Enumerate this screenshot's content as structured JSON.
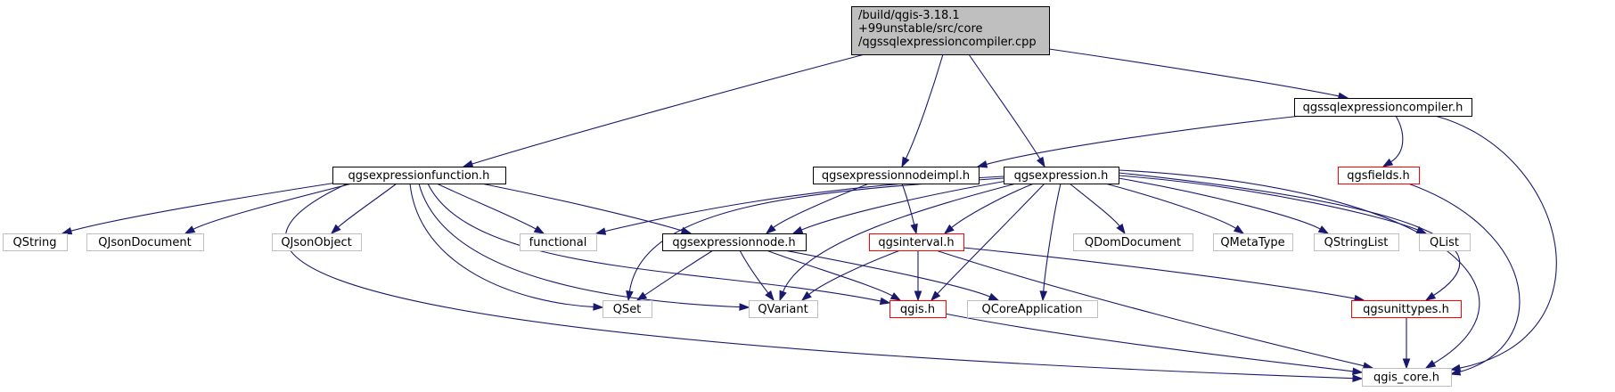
{
  "colors": {
    "edge": "#191970",
    "root_fill": "#bfbfbf",
    "normal_border": "#000000",
    "truncated_border": "#ff0000",
    "external_border": "#bfbfbf"
  },
  "nodes": [
    {
      "id": "root",
      "lines": [
        "/build/qgis-3.18.1",
        "+99unstable/src/core",
        "/qgssqlexpressioncompiler.cpp"
      ],
      "kind": "root"
    },
    {
      "id": "qgssqlexpressioncompiler_h",
      "lines": [
        "qgssqlexpressioncompiler.h"
      ],
      "kind": "normal"
    },
    {
      "id": "qgsexpressionfunction_h",
      "lines": [
        "qgsexpressionfunction.h"
      ],
      "kind": "normal"
    },
    {
      "id": "qgsexpressionnodeimpl_h",
      "lines": [
        "qgsexpressionnodeimpl.h"
      ],
      "kind": "normal"
    },
    {
      "id": "qgsexpression_h",
      "lines": [
        "qgsexpression.h"
      ],
      "kind": "normal"
    },
    {
      "id": "qgsfields_h",
      "lines": [
        "qgsfields.h"
      ],
      "kind": "truncated"
    },
    {
      "id": "QString",
      "lines": [
        "QString"
      ],
      "kind": "external"
    },
    {
      "id": "QJsonDocument",
      "lines": [
        "QJsonDocument"
      ],
      "kind": "external"
    },
    {
      "id": "QJsonObject",
      "lines": [
        "QJsonObject"
      ],
      "kind": "external"
    },
    {
      "id": "functional",
      "lines": [
        "functional"
      ],
      "kind": "external"
    },
    {
      "id": "qgsexpressionnode_h",
      "lines": [
        "qgsexpressionnode.h"
      ],
      "kind": "normal"
    },
    {
      "id": "qgsinterval_h",
      "lines": [
        "qgsinterval.h"
      ],
      "kind": "truncated"
    },
    {
      "id": "QDomDocument",
      "lines": [
        "QDomDocument"
      ],
      "kind": "external"
    },
    {
      "id": "QMetaType",
      "lines": [
        "QMetaType"
      ],
      "kind": "external"
    },
    {
      "id": "QStringList",
      "lines": [
        "QStringList"
      ],
      "kind": "external"
    },
    {
      "id": "QList",
      "lines": [
        "QList"
      ],
      "kind": "external"
    },
    {
      "id": "QSet",
      "lines": [
        "QSet"
      ],
      "kind": "external"
    },
    {
      "id": "QVariant",
      "lines": [
        "QVariant"
      ],
      "kind": "external"
    },
    {
      "id": "qgis_h",
      "lines": [
        "qgis.h"
      ],
      "kind": "truncated"
    },
    {
      "id": "QCoreApplication",
      "lines": [
        "QCoreApplication"
      ],
      "kind": "external"
    },
    {
      "id": "qgsunittypes_h",
      "lines": [
        "qgsunittypes.h"
      ],
      "kind": "truncated"
    },
    {
      "id": "qgis_core_h",
      "lines": [
        "qgis_core.h"
      ],
      "kind": "external"
    }
  ],
  "edges": [
    {
      "from": "root",
      "to": "qgsexpressionfunction_h"
    },
    {
      "from": "root",
      "to": "qgsexpressionnodeimpl_h"
    },
    {
      "from": "root",
      "to": "qgsexpression_h"
    },
    {
      "from": "root",
      "to": "qgssqlexpressioncompiler_h"
    },
    {
      "from": "qgssqlexpressioncompiler_h",
      "to": "qgsexpressionnodeimpl_h"
    },
    {
      "from": "qgssqlexpressioncompiler_h",
      "to": "qgsfields_h"
    },
    {
      "from": "qgssqlexpressioncompiler_h",
      "to": "qgis_core_h"
    },
    {
      "from": "qgsexpressionfunction_h",
      "to": "QString"
    },
    {
      "from": "qgsexpressionfunction_h",
      "to": "QJsonDocument"
    },
    {
      "from": "qgsexpressionfunction_h",
      "to": "QJsonObject"
    },
    {
      "from": "qgsexpressionfunction_h",
      "to": "functional"
    },
    {
      "from": "qgsexpressionfunction_h",
      "to": "qgsexpressionnode_h"
    },
    {
      "from": "qgsexpressionfunction_h",
      "to": "QSet"
    },
    {
      "from": "qgsexpressionfunction_h",
      "to": "QVariant"
    },
    {
      "from": "qgsexpressionfunction_h",
      "to": "qgis_h"
    },
    {
      "from": "qgsexpressionfunction_h",
      "to": "qgis_core_h"
    },
    {
      "from": "qgsexpressionnodeimpl_h",
      "to": "qgsexpressionnode_h"
    },
    {
      "from": "qgsexpressionnodeimpl_h",
      "to": "qgsinterval_h"
    },
    {
      "from": "qgsexpression_h",
      "to": "functional"
    },
    {
      "from": "qgsexpression_h",
      "to": "qgsexpressionnode_h"
    },
    {
      "from": "qgsexpression_h",
      "to": "qgsinterval_h"
    },
    {
      "from": "qgsexpression_h",
      "to": "QDomDocument"
    },
    {
      "from": "qgsexpression_h",
      "to": "QMetaType"
    },
    {
      "from": "qgsexpression_h",
      "to": "QStringList"
    },
    {
      "from": "qgsexpression_h",
      "to": "QList"
    },
    {
      "from": "qgsexpression_h",
      "to": "QSet"
    },
    {
      "from": "qgsexpression_h",
      "to": "QVariant"
    },
    {
      "from": "qgsexpression_h",
      "to": "qgis_h"
    },
    {
      "from": "qgsexpression_h",
      "to": "QCoreApplication"
    },
    {
      "from": "qgsexpression_h",
      "to": "qgsunittypes_h"
    },
    {
      "from": "qgsexpression_h",
      "to": "qgis_core_h"
    },
    {
      "from": "qgsfields_h",
      "to": "qgis_core_h"
    },
    {
      "from": "qgsexpressionnode_h",
      "to": "QSet"
    },
    {
      "from": "qgsexpressionnode_h",
      "to": "QVariant"
    },
    {
      "from": "qgsexpressionnode_h",
      "to": "qgis_h"
    },
    {
      "from": "qgsexpressionnode_h",
      "to": "QCoreApplication"
    },
    {
      "from": "qgsinterval_h",
      "to": "QVariant"
    },
    {
      "from": "qgsinterval_h",
      "to": "qgis_h"
    },
    {
      "from": "qgsinterval_h",
      "to": "qgsunittypes_h"
    },
    {
      "from": "qgsinterval_h",
      "to": "qgis_core_h"
    },
    {
      "from": "qgis_h",
      "to": "qgis_core_h"
    },
    {
      "from": "qgsunittypes_h",
      "to": "qgis_core_h"
    }
  ]
}
